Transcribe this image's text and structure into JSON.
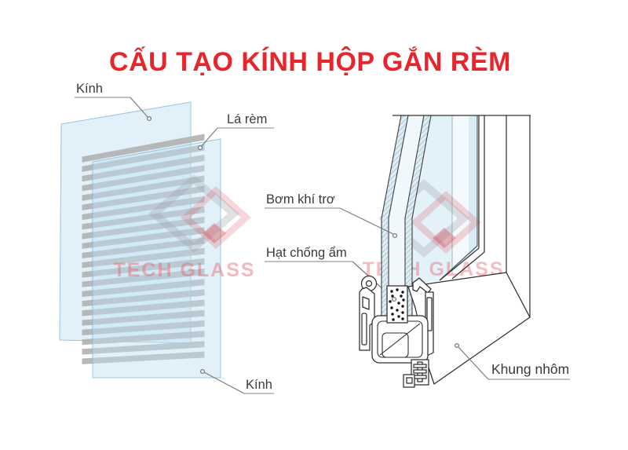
{
  "title": {
    "text": "CẤU TẠO KÍNH HỘP GẮN RÈM",
    "color": "#e8252b"
  },
  "left_diagram": {
    "glass_top_label": "Kính",
    "slat_label": "Lá rèm",
    "glass_bottom_label": "Kính",
    "slat_count": 22
  },
  "right_diagram": {
    "gas_label": "Bơm khí trơ",
    "desiccant_label": "Hạt chống ẩm",
    "frame_label": "Khung nhôm"
  },
  "watermark": {
    "text": "TECH GLASS",
    "text_color": "#e8616a",
    "gray": "#9aa0a8",
    "red": "#d94a52"
  },
  "colors": {
    "glass_blue": "#bfe0f2",
    "slat_gray": "#b2b2b2",
    "face_blue": "#e3f1f8"
  }
}
